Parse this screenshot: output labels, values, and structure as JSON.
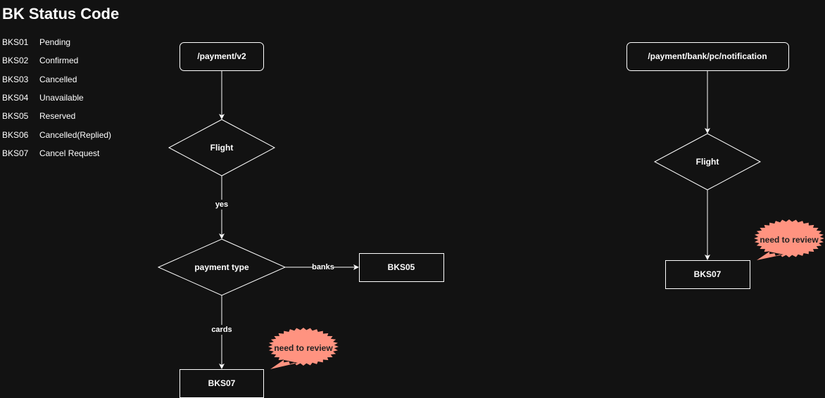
{
  "title": "BK Status Code",
  "legend": [
    {
      "code": "BKS01",
      "desc": "Pending"
    },
    {
      "code": "BKS02",
      "desc": "Confirmed"
    },
    {
      "code": "BKS03",
      "desc": "Cancelled"
    },
    {
      "code": "BKS04",
      "desc": "Unavailable"
    },
    {
      "code": "BKS05",
      "desc": "Reserved"
    },
    {
      "code": "BKS06",
      "desc": "Cancelled(Replied)"
    },
    {
      "code": "BKS07",
      "desc": "Cancel Request"
    }
  ],
  "flow_left": {
    "start": "/payment/v2",
    "decision1": "Flight",
    "edge_yes": "yes",
    "decision2": "payment type",
    "edge_banks": "banks",
    "result_banks": "BKS05",
    "edge_cards": "cards",
    "result_cards": "BKS07",
    "callout": "need to review"
  },
  "flow_right": {
    "start": "/payment/bank/pc/notification",
    "decision1": "Flight",
    "result": "BKS07",
    "callout": "need to review"
  },
  "colors": {
    "background": "#121212",
    "callout": "#ff9380",
    "stroke": "#ffffff"
  }
}
